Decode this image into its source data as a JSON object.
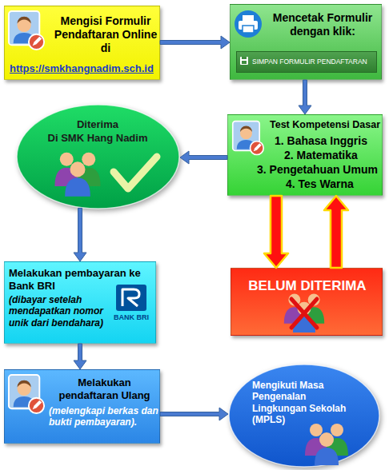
{
  "diagram": {
    "nodes": [
      {
        "text": [
          "Mengisi Formulir Pendaftaran Online di",
          "https://smkhangnadim.sch.id"
        ]
      },
      {
        "text": [
          "Mencetak Formulir dengan klik:"
        ]
      },
      {
        "text": [
          "SIMPAN FORMULIR PENDAFTARAN"
        ],
        "in": 1
      },
      {
        "text": [
          "Test Kompetensi Dasar",
          "1. Bahasa Inggris",
          "2. Matematika",
          "3. Pengetahuan Umum",
          "4. Tes Warna"
        ]
      },
      {
        "text": [
          "Diterima",
          "Di SMK Hang Nadim"
        ]
      },
      {
        "text": [
          "BELUM DITERIMA"
        ]
      },
      {
        "text": [
          "Melakukan pembayaran ke Bank BRI",
          "(dibayar setelah mendapatkan nomor unik dari bendahara)",
          "BANK BRI"
        ]
      },
      {
        "text": [
          "Melakukan pendaftaran Ulang",
          "(melengkapi berkas dan bukti pembayaran)."
        ]
      },
      {
        "text": [
          "Mengikuti Masa Pengenalan Lingkungan Sekolah (MPLS)"
        ]
      }
    ],
    "edges": [
      {
        "from": 0,
        "to": 1,
        "arrow": "to"
      },
      {
        "from": 1,
        "to": 3,
        "arrow": "to"
      },
      {
        "from": 3,
        "to": 4,
        "arrow": "to"
      },
      {
        "from": 3,
        "to": 5,
        "arrow": "to"
      },
      {
        "from": 5,
        "to": 3,
        "arrow": "to"
      },
      {
        "from": 4,
        "to": 6,
        "arrow": "to"
      },
      {
        "from": 6,
        "to": 7,
        "arrow": "to"
      },
      {
        "from": 7,
        "to": 8,
        "arrow": "to"
      }
    ]
  }
}
